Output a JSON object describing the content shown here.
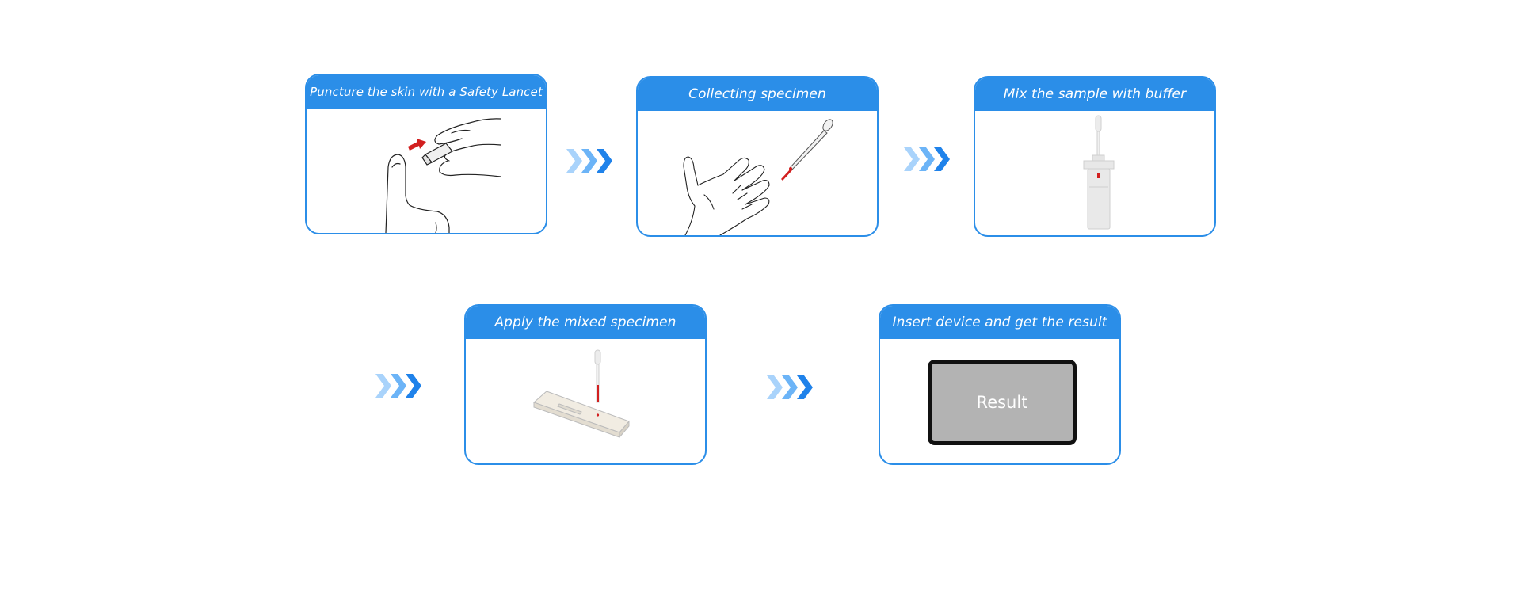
{
  "steps": [
    {
      "label": "Puncture the skin with a Safety Lancet"
    },
    {
      "label": "Collecting specimen"
    },
    {
      "label": "Mix the sample with buffer"
    },
    {
      "label": "Apply the mixed specimen"
    },
    {
      "label": "Insert device and get the result"
    }
  ],
  "result_label": "Result",
  "colors": {
    "accent": "#2b8ee8",
    "arrow_light": "#a9d3fb",
    "arrow_mid": "#6cb4f7",
    "arrow_dark": "#1f82ea",
    "blood": "#d21f1f"
  },
  "icons": [
    "chevron-arrows-icon"
  ]
}
